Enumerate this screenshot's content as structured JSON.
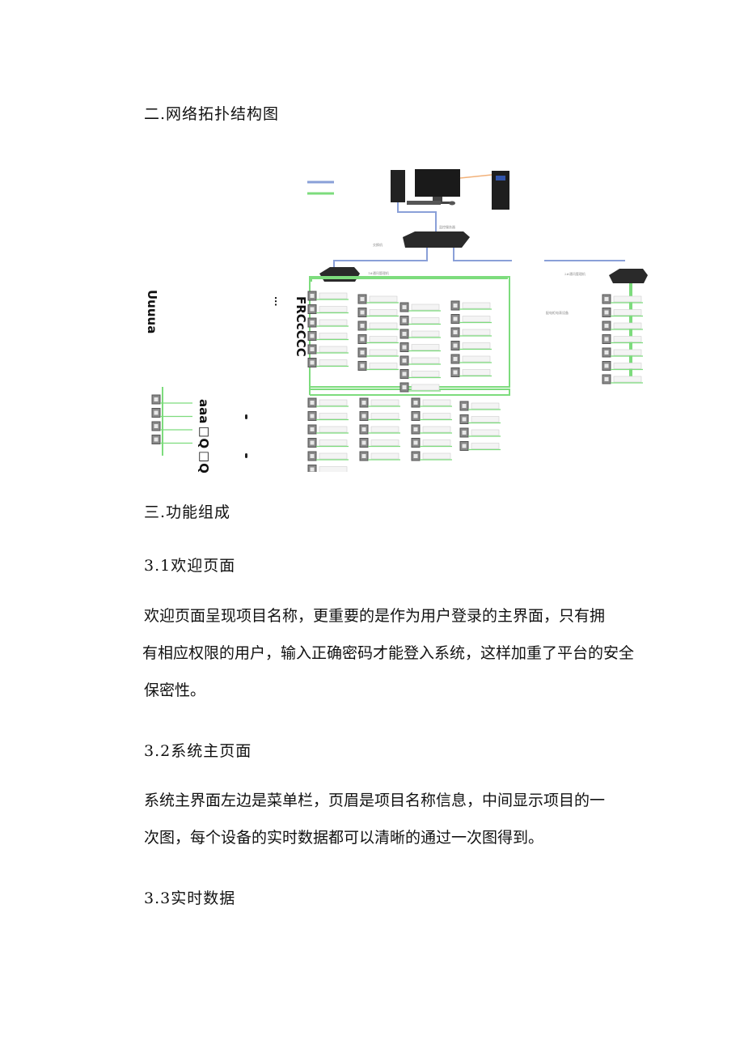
{
  "section2": {
    "heading": "二.网络拓扑结构图"
  },
  "diagram": {
    "fragments": {
      "left_mark": "Uuuua",
      "dots": "...",
      "rc_mark": "FRCcCCC",
      "aaa_mark": "aaa□Q□Q"
    },
    "colors": {
      "line_green": "#7ddc7d",
      "line_blue": "#8aa0d8",
      "device_dark": "#333333",
      "module_gray": "#8a8a8a"
    }
  },
  "section3": {
    "heading": "三.功能组成"
  },
  "s3_1": {
    "heading": "3.1欢迎页面",
    "lines": [
      "欢迎页面呈现项目名称，更重要的是作为用户登录的主界面，只有拥",
      "有相应权限的用户，输入正确密码才能登入系统，这样加重了平台的安全",
      "保密性。"
    ]
  },
  "s3_2": {
    "heading": "3.2系统主页面",
    "lines": [
      "系统主界面左边是菜单栏，页眉是项目名称信息，中间显示项目的一",
      "次图，每个设备的实时数据都可以清晰的通过一次图得到。"
    ]
  },
  "s3_3": {
    "heading": "3.3实时数据"
  }
}
